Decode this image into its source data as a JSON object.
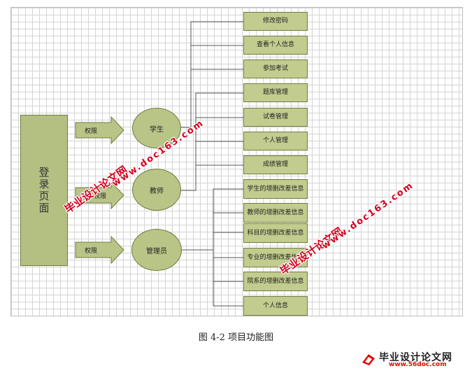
{
  "diagram": {
    "login_page": "登录页面",
    "permission_labels": [
      "权限",
      "权限",
      "权限"
    ],
    "roles": {
      "student": "学生",
      "teacher": "教师",
      "admin": "管理员"
    },
    "student_functions": [
      "修改密码",
      "查看个人信息",
      "参加考试"
    ],
    "teacher_functions": [
      "题库管理",
      "试卷管理",
      "个人管理",
      "成绩管理"
    ],
    "admin_functions": [
      "学生的增删改差信息",
      "教师的增删改差信息",
      "科目的增删改差信息",
      "专业的增删改差信息",
      "院系的增删改差信息",
      "个人信息"
    ]
  },
  "caption": "图 4-2  项目功能图",
  "watermarks": {
    "line1": "毕业设计论文网",
    "line2": "www.doc163.com"
  },
  "brand": {
    "name": "毕业设计论文网",
    "url": "www.56doc.com"
  },
  "colors": {
    "node_fill": "#c1cc8e",
    "border": "#6f7d3f",
    "watermark": "#d2001f"
  }
}
